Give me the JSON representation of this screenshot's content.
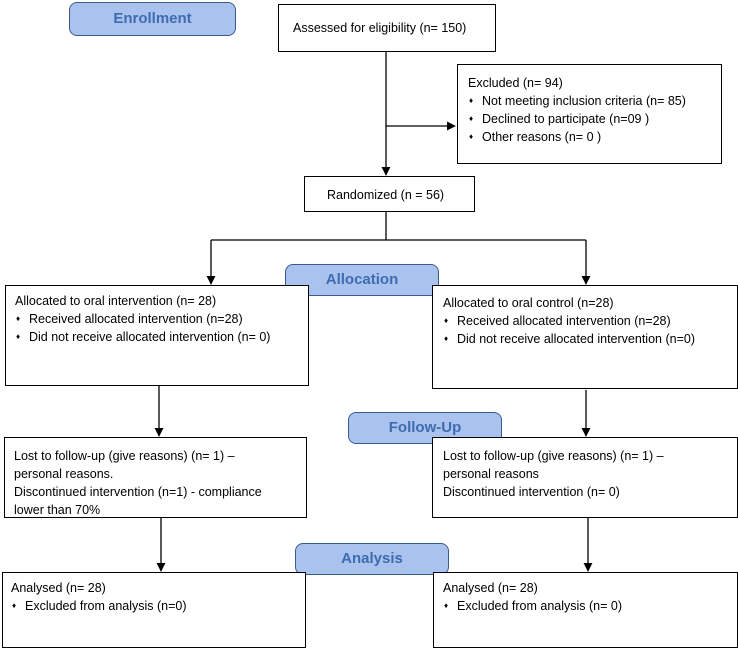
{
  "stages": {
    "enrollment": "Enrollment",
    "allocation": "Allocation",
    "follow_up": "Follow-Up",
    "analysis": "Analysis"
  },
  "assessed": "Assessed for eligibility (n= 150)",
  "excluded": {
    "title": "Excluded  (n= 94)",
    "items": [
      "Not meeting inclusion criteria (n= 85)",
      "Declined to participate (n=09 )",
      "Other reasons (n= 0 )"
    ]
  },
  "randomized": "Randomized (n = 56)",
  "allocation": {
    "left": {
      "title": "Allocated to oral intervention (n= 28)",
      "items": [
        "Received allocated intervention (n=28)",
        "Did not receive allocated intervention (n= 0)"
      ]
    },
    "right": {
      "title": "Allocated to oral control (n=28)",
      "items": [
        "Received allocated intervention (n=28)",
        "Did not receive allocated intervention (n=0)"
      ]
    }
  },
  "follow_up": {
    "left": {
      "line1": "Lost to follow-up (give reasons) (n= 1) –",
      "line2": "personal reasons.",
      "line3": "Discontinued intervention  (n=1) - compliance",
      "line4": "lower than 70%"
    },
    "right": {
      "line1": "Lost to follow-up (give reasons) (n= 1) –",
      "line2": "personal reasons",
      "line3": "Discontinued intervention (n= 0)"
    }
  },
  "analysis": {
    "left": {
      "title": "Analysed  (n= 28)",
      "items": [
        "Excluded from analysis  (n=0)"
      ]
    },
    "right": {
      "title": "Analysed  (n= 28)",
      "items": [
        "Excluded from analysis  (n= 0)"
      ]
    }
  }
}
